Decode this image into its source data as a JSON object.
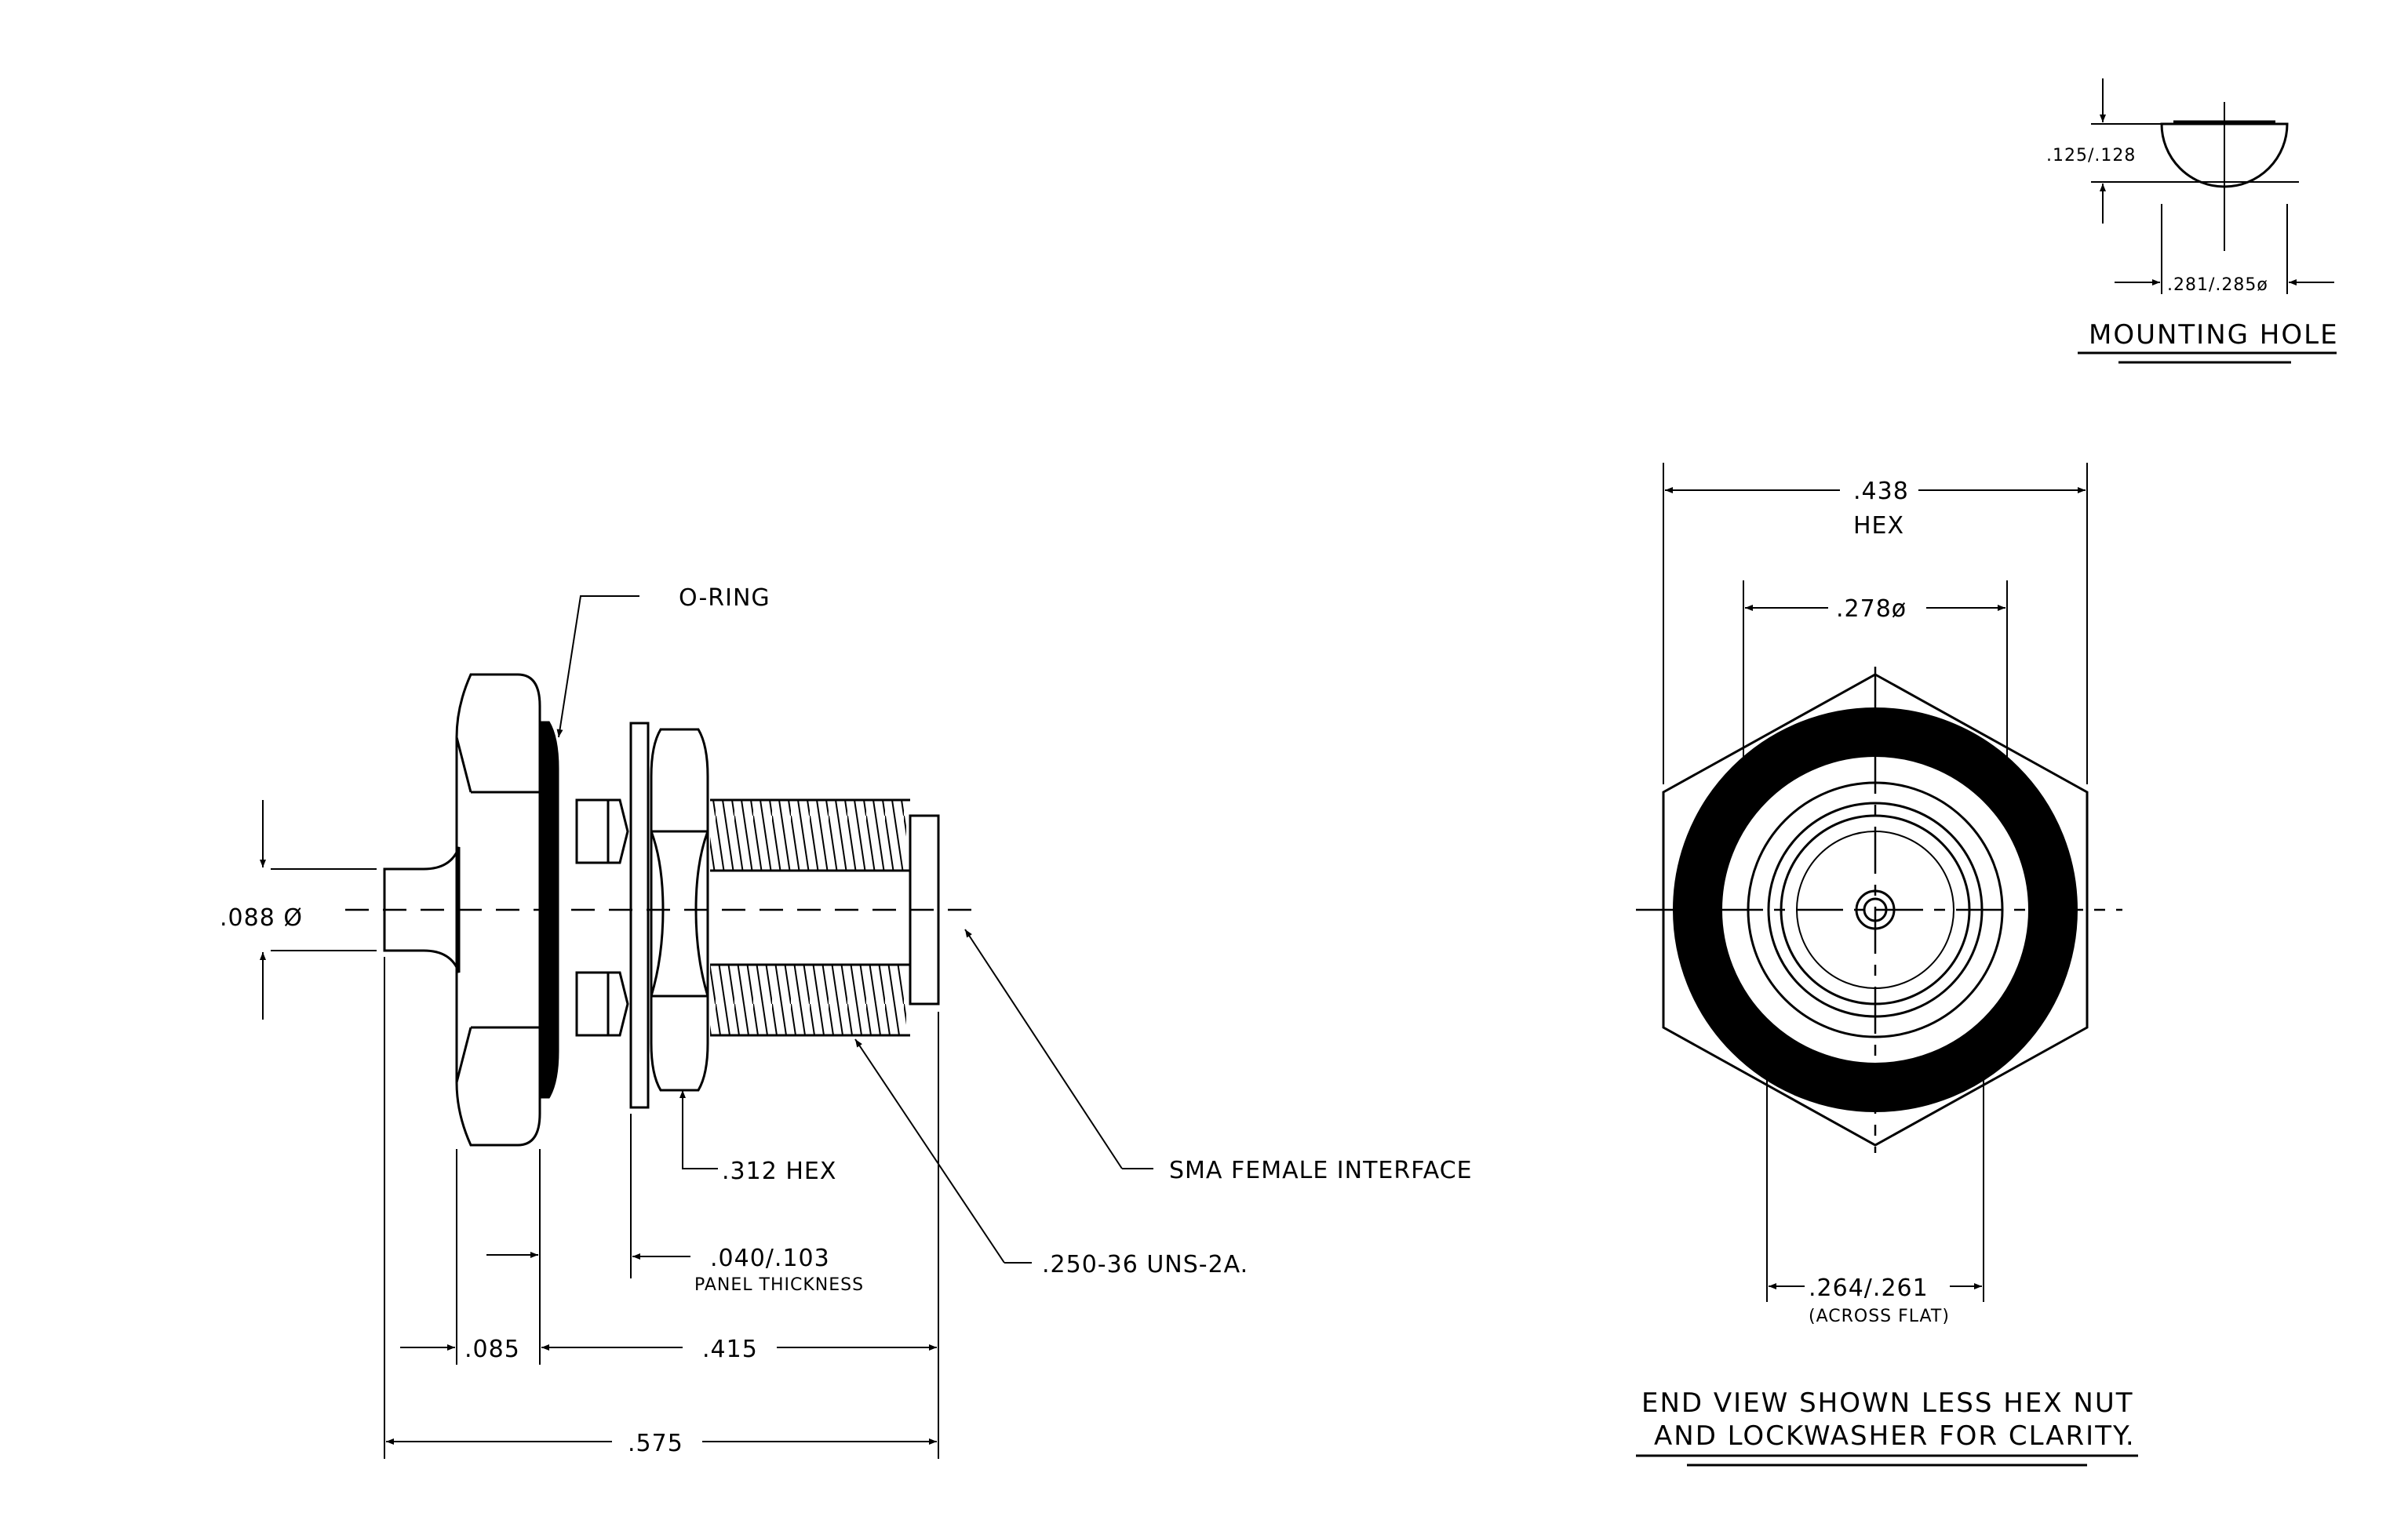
{
  "labels": {
    "oring": "O-RING",
    "dia088": ".088 Ø",
    "hex312": ".312 HEX",
    "panel_dim": ".040/.103",
    "panel_caption": "PANEL THICKNESS",
    "dim085": ".085",
    "dim415": ".415",
    "dim575": ".575",
    "sma": "SMA FEMALE INTERFACE",
    "thread": ".250-36 UNS-2A.",
    "hex438": ".438",
    "hex_word": "HEX",
    "dia278": ".278ø",
    "across_flat_dim": ".264/.261",
    "across_flat_caption": "(ACROSS FLAT)",
    "end_note_line1": "END VIEW SHOWN LESS HEX NUT",
    "end_note_line2": "AND LOCKWASHER FOR CLARITY.",
    "mh_flat": ".125/.128",
    "mh_dia": ".281/.285ø",
    "mh_title": "MOUNTING HOLE"
  }
}
